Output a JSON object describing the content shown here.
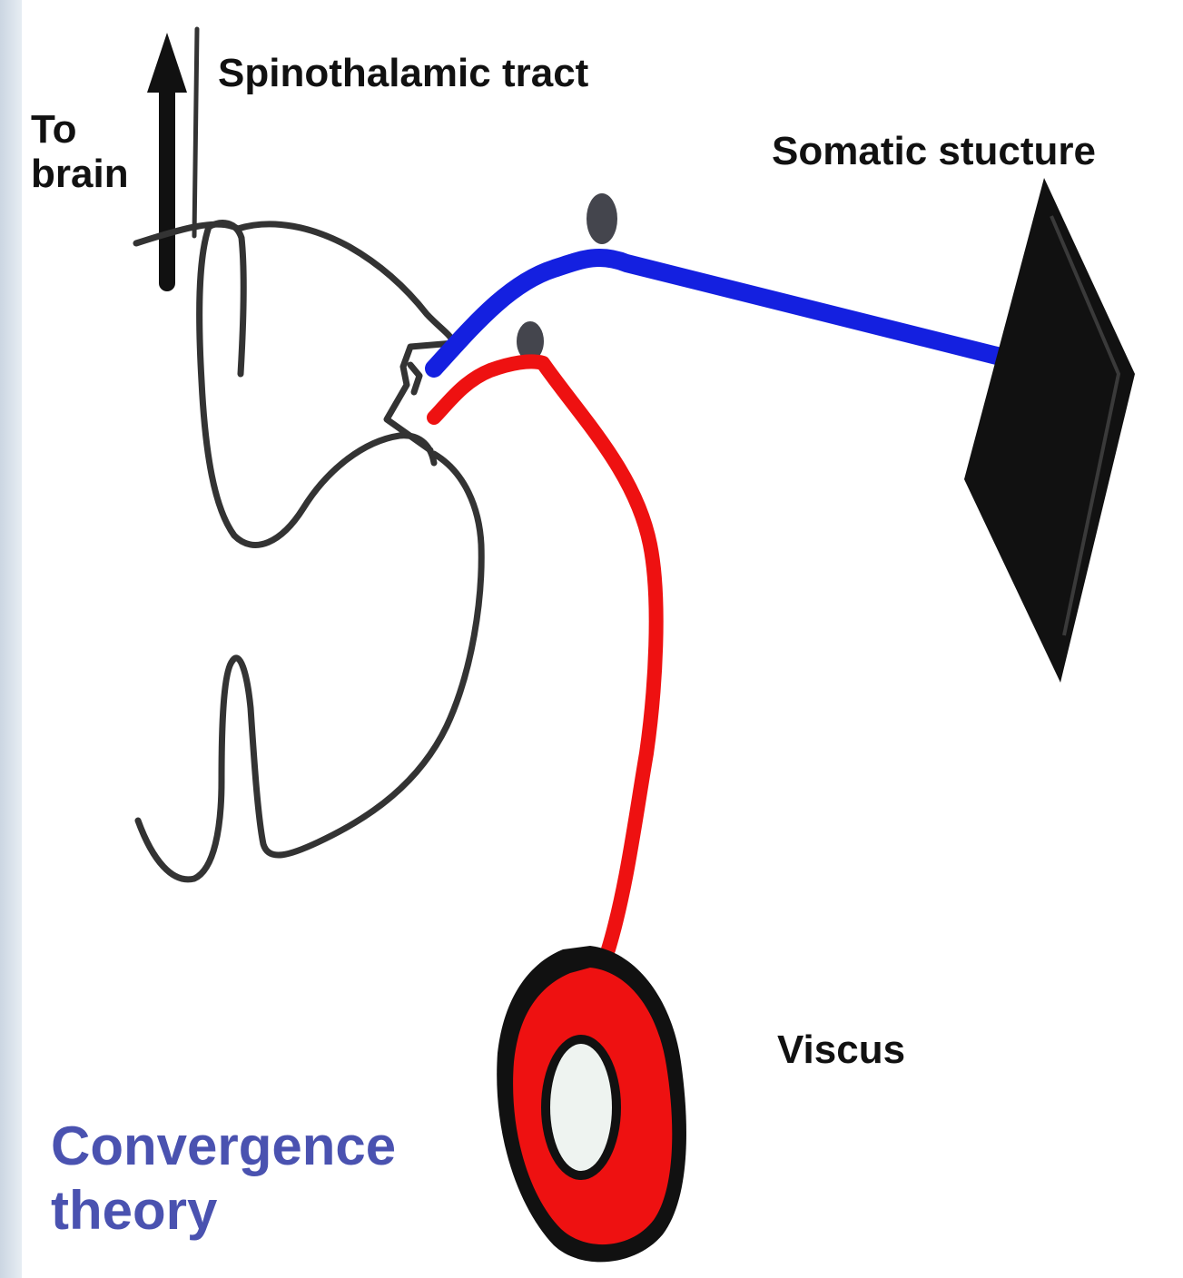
{
  "labels": {
    "spinothalamic_tract": "Spinothalamic tract",
    "to_brain_line1": "To",
    "to_brain_line2": "brain",
    "somatic_structure": "Somatic stucture",
    "viscus": "Viscus",
    "title_line1": "Convergence",
    "title_line2": "theory"
  },
  "colors": {
    "somatic_nerve": "#1420e0",
    "visceral_nerve": "#ee1111",
    "outline": "#333333",
    "title": "#4a52b0",
    "background_strip": "#dde5ee"
  },
  "icons": {
    "arrow": "up-arrow-icon",
    "somatic_structure": "parallelogram-shape",
    "viscus": "ring-shape"
  }
}
